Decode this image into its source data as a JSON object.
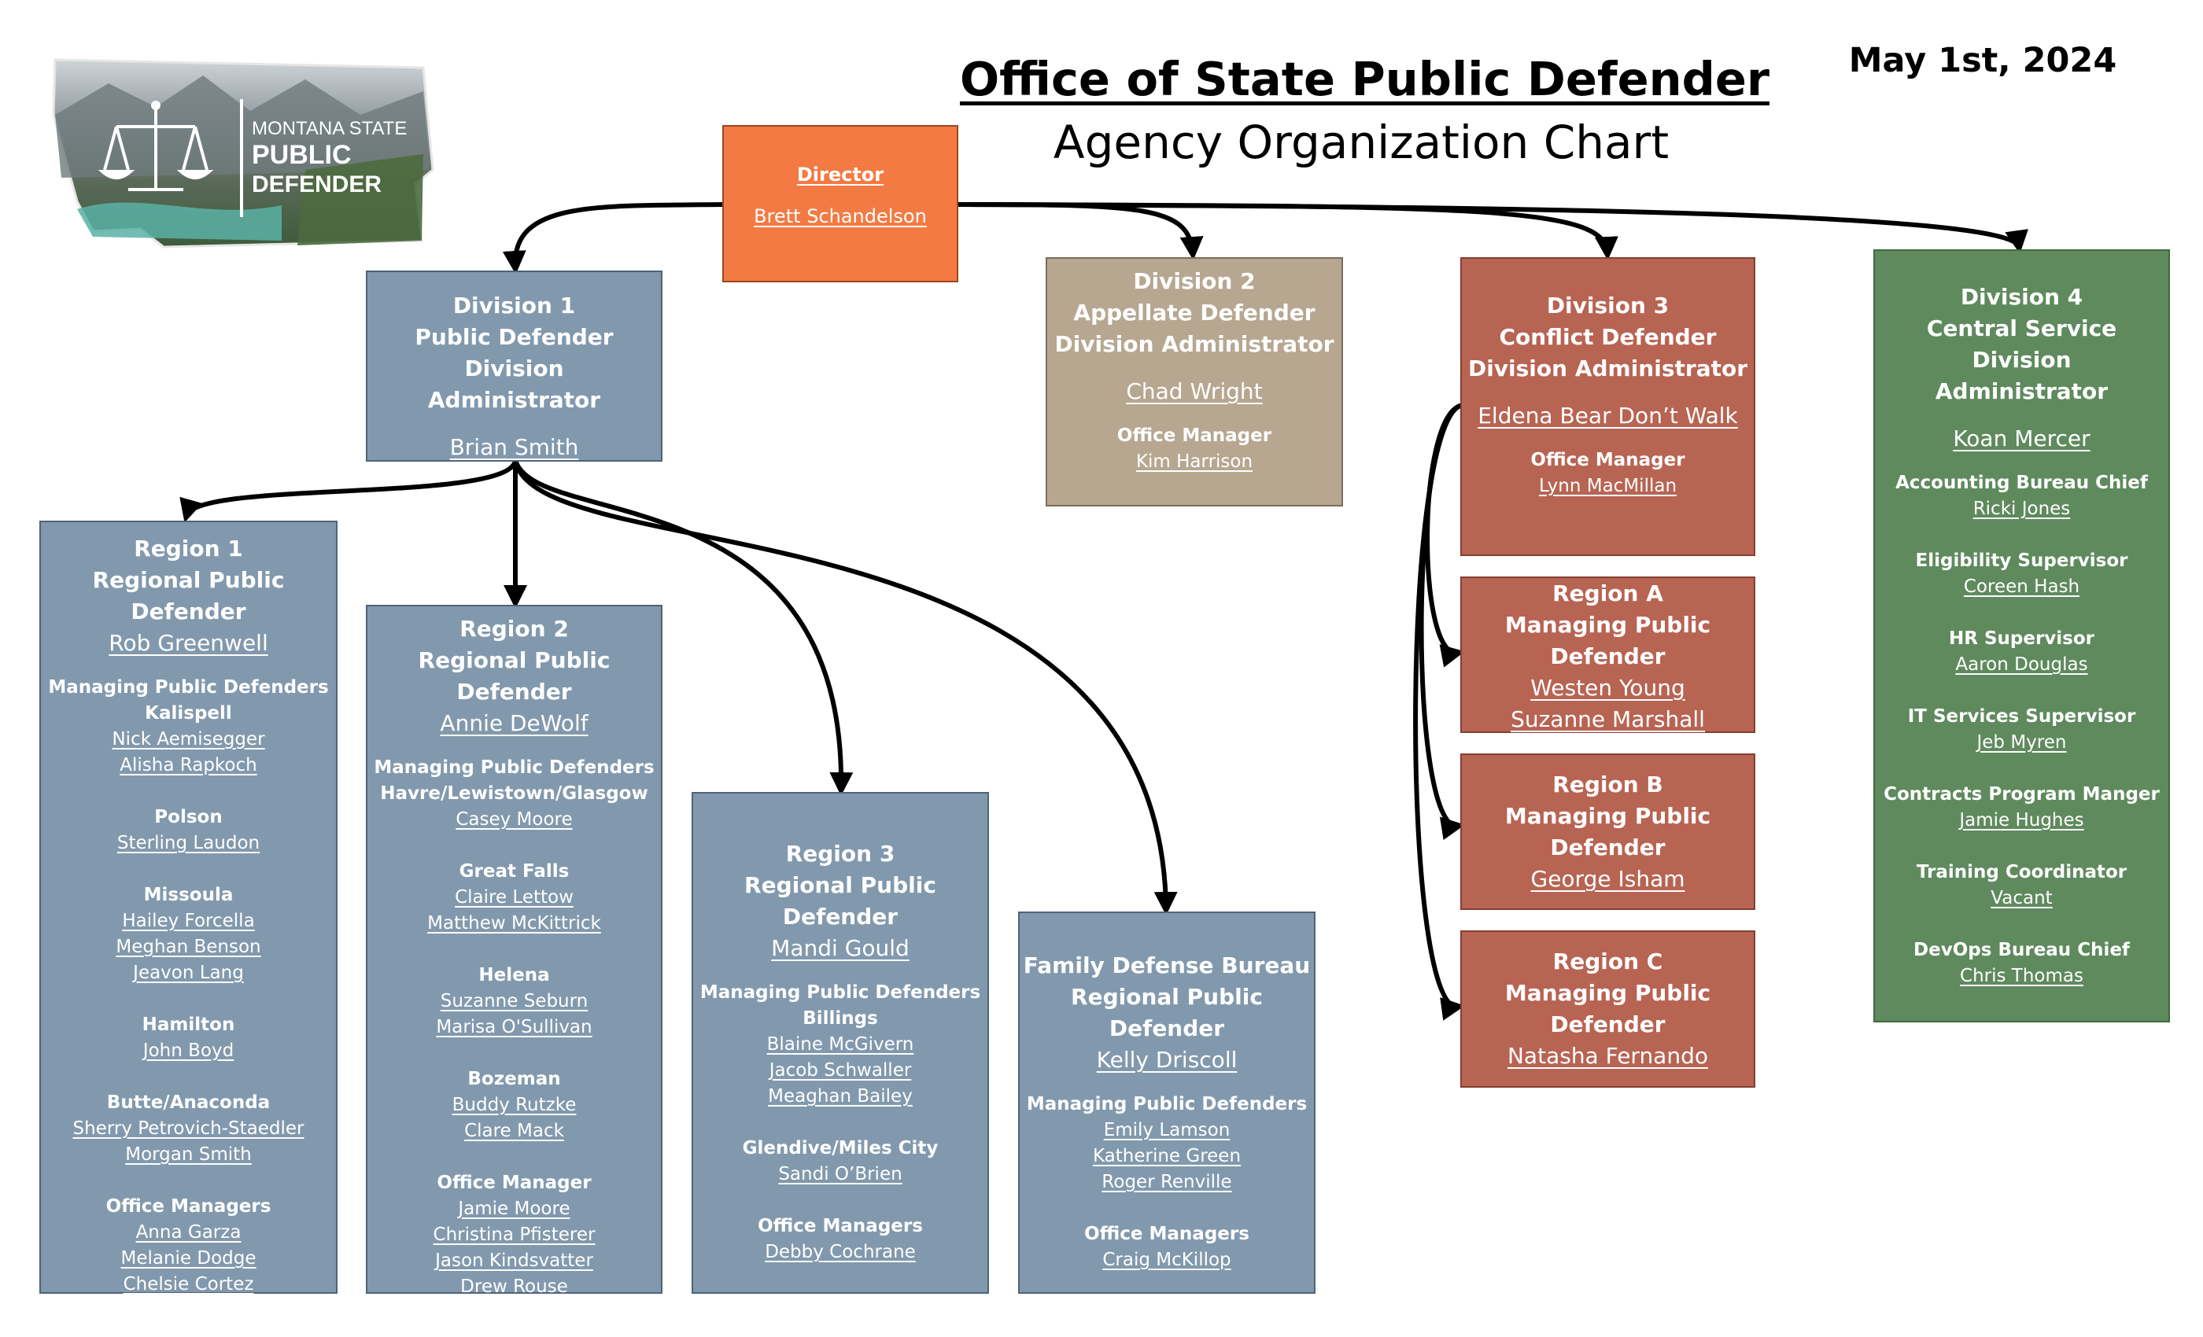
{
  "header": {
    "title": "Office of State Public Defender",
    "subtitle": "Agency Organization Chart",
    "date": "May 1st, 2024"
  },
  "logo": {
    "line1": "MONTANA STATE",
    "line2": "PUBLIC",
    "line3": "DEFENDER"
  },
  "colors": {
    "division1": "#8299ad",
    "division2": "#b7a791",
    "division3": "#b86453",
    "division4": "#5f8a5e",
    "director": "#f47a43"
  },
  "director": {
    "title": "Director",
    "name": "Brett Schandelson"
  },
  "division1": {
    "line1": "Division 1",
    "line2": "Public Defender Division",
    "line3": "Administrator",
    "name": "Brian Smith"
  },
  "division2": {
    "line1": "Division 2",
    "line2": "Appellate Defender",
    "line3": "Division Administrator",
    "name": "Chad Wright",
    "office_label": "Office Manager",
    "office_name": "Kim Harrison"
  },
  "division3": {
    "line1": "Division 3",
    "line2": "Conflict Defender",
    "line3": "Division Administrator",
    "name": "Eldena Bear Don’t Walk",
    "office_label": "Office Manager",
    "office_name": "Lynn MacMillan"
  },
  "division4": {
    "line1": "Division 4",
    "line2": "Central Service Division",
    "line3": "Administrator",
    "name": "Koan Mercer",
    "roles": [
      {
        "label": "Accounting Bureau Chief",
        "name": "Ricki Jones"
      },
      {
        "label": "Eligibility Supervisor",
        "name": "Coreen Hash"
      },
      {
        "label": "HR Supervisor",
        "name": "Aaron Douglas"
      },
      {
        "label": "IT Services Supervisor",
        "name": "Jeb Myren"
      },
      {
        "label": "Contracts Program Manger",
        "name": "Jamie Hughes"
      },
      {
        "label": "Training Coordinator",
        "name": "Vacant"
      },
      {
        "label": "DevOps Bureau Chief",
        "name": "Chris Thomas"
      }
    ]
  },
  "region1": {
    "line1": "Region 1",
    "line2": "Regional Public Defender",
    "name": "Rob Greenwell",
    "mpd_label": "Managing Public Defenders",
    "kalispell": {
      "label": "Kalispell",
      "names": [
        "Nick Aemisegger",
        "Alisha Rapkoch"
      ]
    },
    "polson": {
      "label": "Polson",
      "names": [
        "Sterling Laudon"
      ]
    },
    "missoula": {
      "label": "Missoula",
      "names": [
        "Hailey Forcella",
        "Meghan Benson",
        "Jeavon Lang"
      ]
    },
    "hamilton": {
      "label": "Hamilton",
      "names": [
        "John Boyd"
      ]
    },
    "butte": {
      "label": "Butte/Anaconda",
      "names": [
        "Sherry Petrovich-Staedler",
        "Morgan Smith"
      ]
    },
    "office": {
      "label": "Office Managers",
      "names": [
        "Anna Garza",
        "Melanie Dodge",
        "Chelsie Cortez"
      ]
    }
  },
  "region2": {
    "line1": "Region 2",
    "line2": "Regional Public Defender",
    "name": "Annie DeWolf",
    "mpd_label": "Managing Public Defenders",
    "havre": {
      "label": "Havre/Lewistown/Glasgow",
      "names": [
        "Casey Moore"
      ]
    },
    "greatfalls": {
      "label": "Great Falls",
      "names": [
        "Claire Lettow",
        "Matthew McKittrick"
      ]
    },
    "helena": {
      "label": "Helena",
      "names": [
        "Suzanne Seburn",
        "Marisa O'Sullivan"
      ]
    },
    "bozeman": {
      "label": "Bozeman",
      "names": [
        "Buddy Rutzke",
        "Clare Mack"
      ]
    },
    "office": {
      "label": "Office Manager",
      "names": [
        "Jamie Moore",
        "Christina Pfisterer",
        "Jason Kindsvatter",
        "Drew Rouse"
      ]
    }
  },
  "region3": {
    "line1": "Region 3",
    "line2": "Regional Public Defender",
    "name": "Mandi Gould",
    "mpd_label": "Managing Public Defenders",
    "billings": {
      "label": "Billings",
      "names": [
        "Blaine McGivern",
        "Jacob Schwaller",
        "Meaghan Bailey"
      ]
    },
    "glendive": {
      "label": "Glendive/Miles City",
      "names": [
        "Sandi O’Brien"
      ]
    },
    "office": {
      "label": "Office Managers",
      "names": [
        "Debby Cochrane"
      ]
    }
  },
  "family": {
    "line1": "Family Defense Bureau",
    "line2": "Regional Public Defender",
    "name": "Kelly Driscoll",
    "mpd_label": "Managing Public Defenders",
    "names": [
      "Emily Lamson",
      "Katherine Green",
      "Roger Renville"
    ],
    "office": {
      "label": "Office Managers",
      "names": [
        "Craig McKillop"
      ]
    }
  },
  "regionA": {
    "line1": "Region A",
    "line2": "Managing Public",
    "line3": "Defender",
    "names": [
      "Westen Young",
      "Suzanne Marshall"
    ]
  },
  "regionB": {
    "line1": "Region B",
    "line2": "Managing Public",
    "line3": "Defender",
    "names": [
      "George Isham"
    ]
  },
  "regionC": {
    "line1": "Region C",
    "line2": "Managing Public",
    "line3": "Defender",
    "names": [
      "Natasha Fernando"
    ]
  }
}
